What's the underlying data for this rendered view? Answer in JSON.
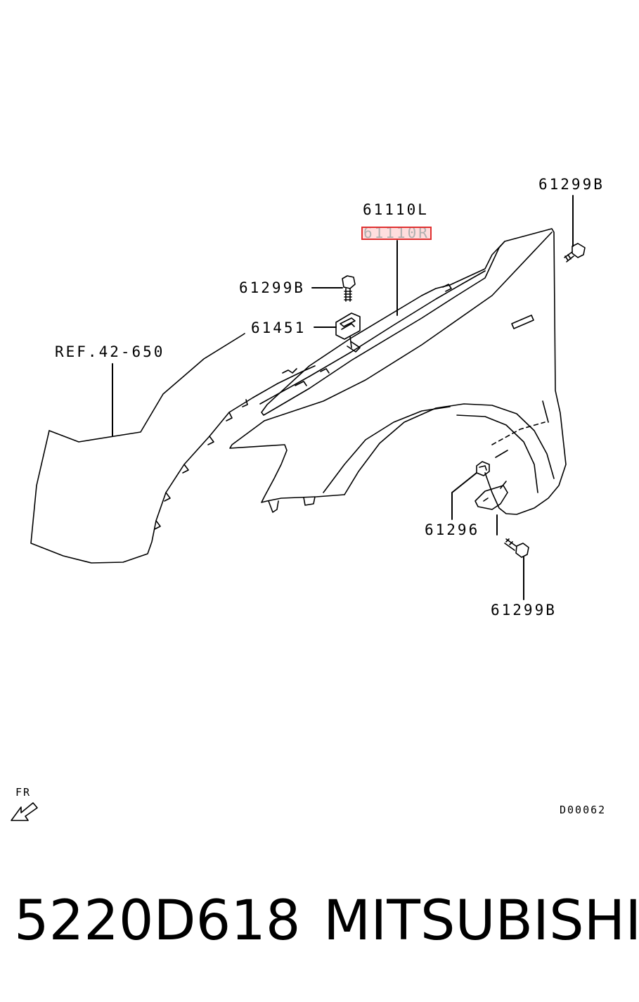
{
  "labels": {
    "bolt_top_right": "61299B",
    "fender_left": "61110L",
    "fender_right": "61110R",
    "bolt_upper": "61299B",
    "bracket": "61451",
    "reference": "REF.42-650",
    "clip": "61296",
    "bolt_lower": "61299B"
  },
  "direction_label": "FR",
  "diagram_code": "D00062",
  "footer": {
    "part_number": "5220D618",
    "brand": "MITSUBISHI"
  },
  "highlight_color": "#e03030"
}
